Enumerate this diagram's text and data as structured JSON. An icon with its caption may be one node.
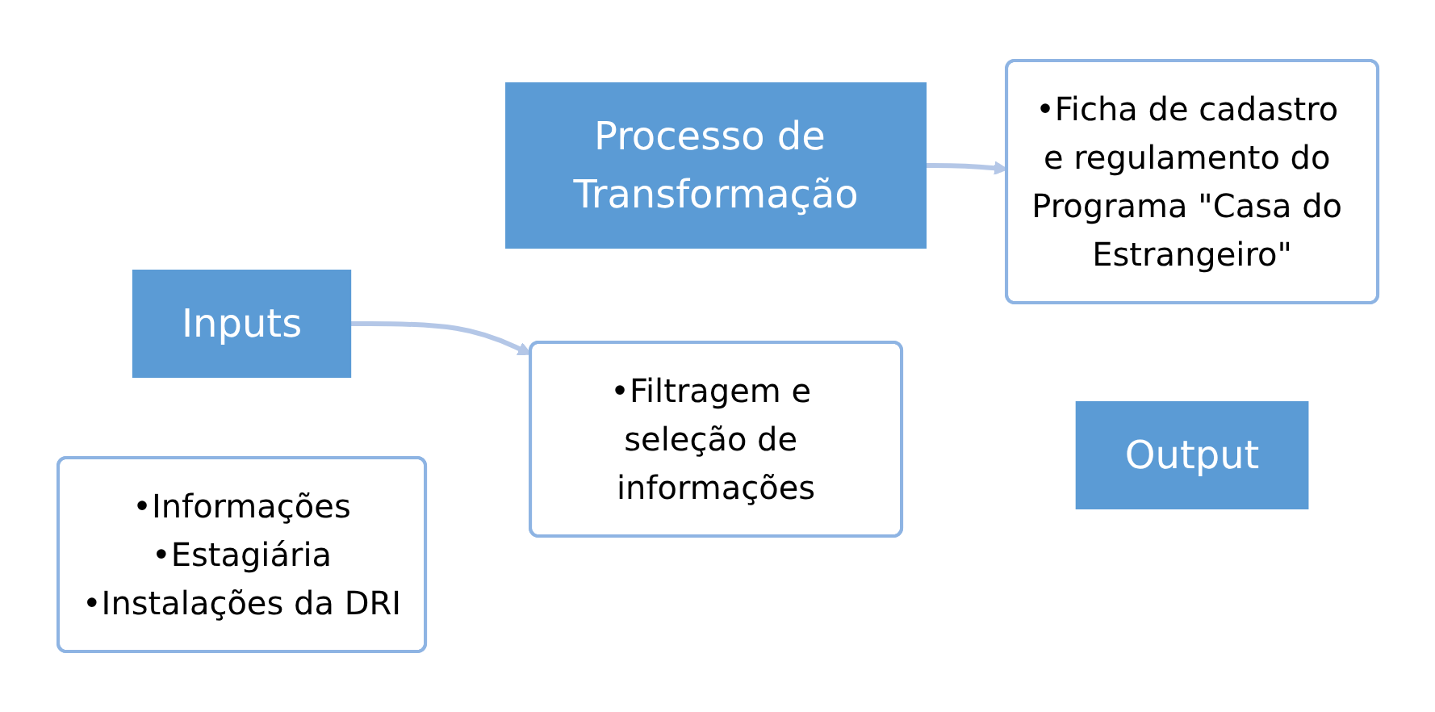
{
  "diagram": {
    "nodes": [
      {
        "text": [
          "•Informações",
          "•Estagiária",
          "•Instalações da DRI"
        ]
      },
      {
        "text": [
          "Inputs"
        ]
      },
      {
        "text": [
          "Processo de Transformação"
        ]
      },
      {
        "text": [
          "•Filtragem e seleção de informações"
        ]
      },
      {
        "text": [
          "•Ficha de cadastro e regulamento do Programa \"Casa do Estrangeiro\""
        ]
      },
      {
        "text": [
          "Output"
        ]
      }
    ],
    "edges": [
      {
        "from": 1,
        "to": 3,
        "arrow": "to"
      },
      {
        "from": 2,
        "to": 4,
        "arrow": "to"
      }
    ]
  }
}
